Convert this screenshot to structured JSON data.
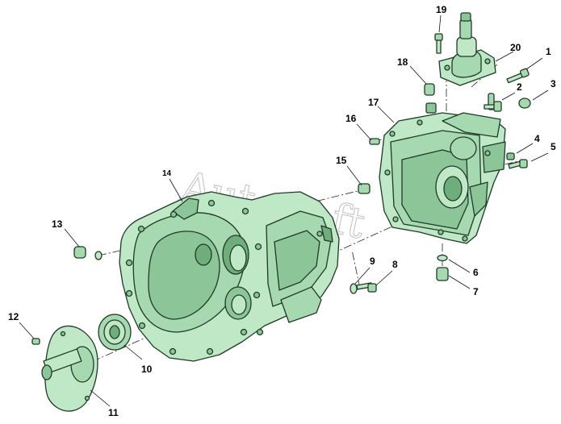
{
  "diagram": {
    "watermark": "AutoSoft",
    "callouts": [
      "1",
      "2",
      "3",
      "4",
      "5",
      "6",
      "7",
      "8",
      "9",
      "10",
      "11",
      "12",
      "13",
      "14",
      "15",
      "16",
      "17",
      "18",
      "19",
      "20"
    ]
  }
}
